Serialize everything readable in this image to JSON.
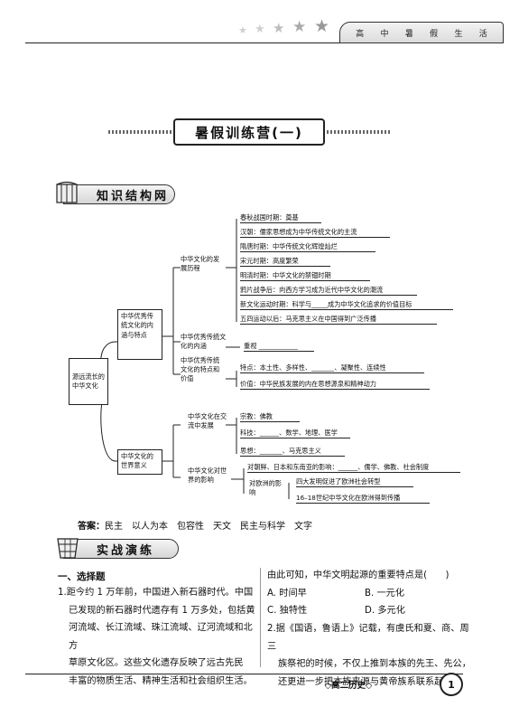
{
  "header": {
    "series": [
      "高",
      "中",
      "暑",
      "假",
      "生",
      "活"
    ]
  },
  "title": "暑假训练营(一)",
  "section1": "知识结构网",
  "section2": "实战演练",
  "mindmap": {
    "root": "源远流长的中华文化",
    "b1": "中华优秀传统文化的内涵与特点",
    "b2": "中华文化的世界意义",
    "b1_1": "中华文化的发展历程",
    "b1_2": "中华优秀传统文化的内涵",
    "b1_3": "中华优秀传统文化的特点和价值",
    "history": [
      "春秋战国时期：奠基",
      "汉朝：儒家思想成为中华传统文化的主流",
      "隋唐时期：中华传统文化辉煌灿烂",
      "宋元时期：高度繁荣",
      "明清时期：中华文化的禁锢时期",
      "鸦片战争后：向西方学习成为近代中华文化的潮流",
      "新文化运动时期：科学与_____成为中华文化追求的价值目标",
      "五四运动以后：马克思主义在中国得到广泛传播"
    ],
    "neihan": "重视 ____________",
    "tedian": "特点：本土性、多样性、_______、凝聚性、连续性",
    "jiazhi": "价值：中华民族发展的内在思想源泉和精神动力",
    "b2_1": "中华文化在交流中发展",
    "b2_2": "中华文化对世界的影响",
    "exchange": [
      "宗教：佛教",
      "科技：______、数学、地理、医学",
      "思想：_______、马克思主义"
    ],
    "influence1": "对朝鲜、日本和东南亚的影响：______、儒学、佛教、社会制度",
    "europe": "对欧洲的影响",
    "europe_items": [
      "四大发明促进了欧洲社会转型",
      "16–18世纪中华文化在欧洲得到传播"
    ]
  },
  "answer_label": "答案：",
  "answer_text": "民主　以人为本　包容性　天文　民主与科学　文字",
  "q_section": "一、选择题",
  "q1_lines": [
    "1.距今约 1 万年前，中国进入新石器时代。中国",
    "已发现的新石器时代遗存有 1 万多处，包括黄",
    "河流域、长江流域、珠江流域、辽河流域和北方",
    "草原文化区。这些文化遗存反映了远古先民",
    "丰富的物质生活、精神生活和社会组织生活。"
  ],
  "q1_cont": "由此可知，中华文明起源的重要特点是(　　)",
  "q1_options": [
    "A. 时间早",
    "B. 一元化",
    "C. 独特性",
    "D. 多元化"
  ],
  "q2_lines": [
    "2.据《国语，鲁语上》记载，有虞氏和夏、商、周三",
    "族祭祀的时候，不仅上推到本族的先王、先公，",
    "还更进一步把本族来源与黄帝族系联系起来，"
  ],
  "footer_label": "◇高二历史◇",
  "page_number": "1"
}
